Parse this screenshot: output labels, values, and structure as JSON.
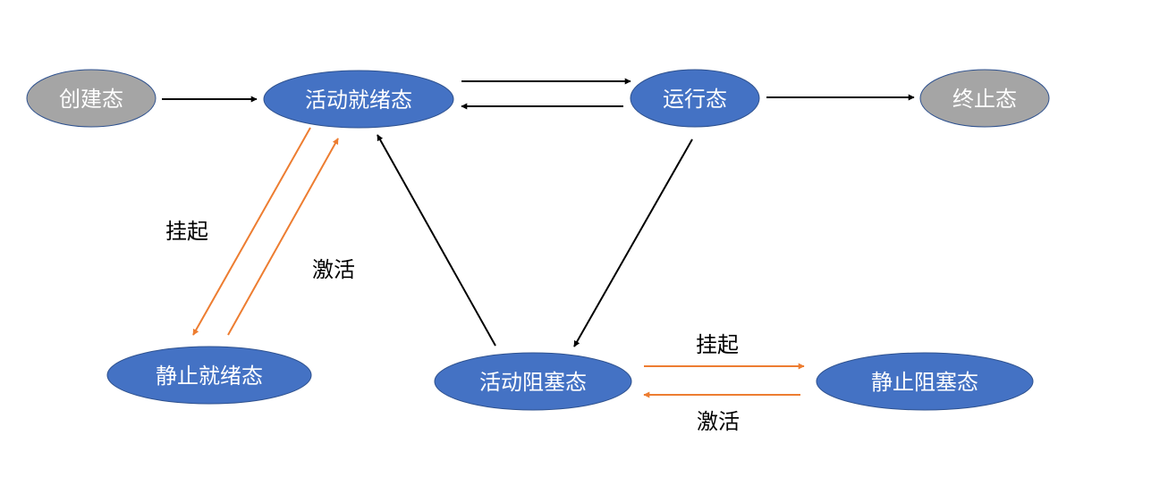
{
  "colors": {
    "active_fill": "#4472c4",
    "active_stroke": "#2f528f",
    "terminal_fill": "#a5a5a5",
    "terminal_stroke": "#2f528f",
    "black_arrow": "#000000",
    "orange_arrow": "#ed7d31",
    "label_text": "#000000",
    "node_text": "#ffffff"
  },
  "nodes": {
    "create": {
      "label": "创建态",
      "kind": "terminal"
    },
    "active_ready": {
      "label": "活动就绪态",
      "kind": "active"
    },
    "running": {
      "label": "运行态",
      "kind": "active"
    },
    "terminated": {
      "label": "终止态",
      "kind": "terminal"
    },
    "static_ready": {
      "label": "静止就绪态",
      "kind": "active"
    },
    "active_blocked": {
      "label": "活动阻塞态",
      "kind": "active"
    },
    "static_blocked": {
      "label": "静止阻塞态",
      "kind": "active"
    }
  },
  "edges": {
    "create_to_ready": {
      "from": "create",
      "to": "active_ready",
      "color": "black"
    },
    "ready_to_running": {
      "from": "active_ready",
      "to": "running",
      "color": "black"
    },
    "running_to_ready": {
      "from": "running",
      "to": "active_ready",
      "color": "black"
    },
    "running_to_terminated": {
      "from": "running",
      "to": "terminated",
      "color": "black"
    },
    "running_to_blocked": {
      "from": "running",
      "to": "active_blocked",
      "color": "black"
    },
    "blocked_to_ready": {
      "from": "active_blocked",
      "to": "active_ready",
      "color": "black"
    },
    "ready_suspend": {
      "from": "active_ready",
      "to": "static_ready",
      "color": "orange",
      "label": "挂起"
    },
    "ready_activate": {
      "from": "static_ready",
      "to": "active_ready",
      "color": "orange",
      "label": "激活"
    },
    "blocked_suspend": {
      "from": "active_blocked",
      "to": "static_blocked",
      "color": "orange",
      "label": "挂起"
    },
    "blocked_activate": {
      "from": "static_blocked",
      "to": "active_blocked",
      "color": "orange",
      "label": "激活"
    }
  }
}
